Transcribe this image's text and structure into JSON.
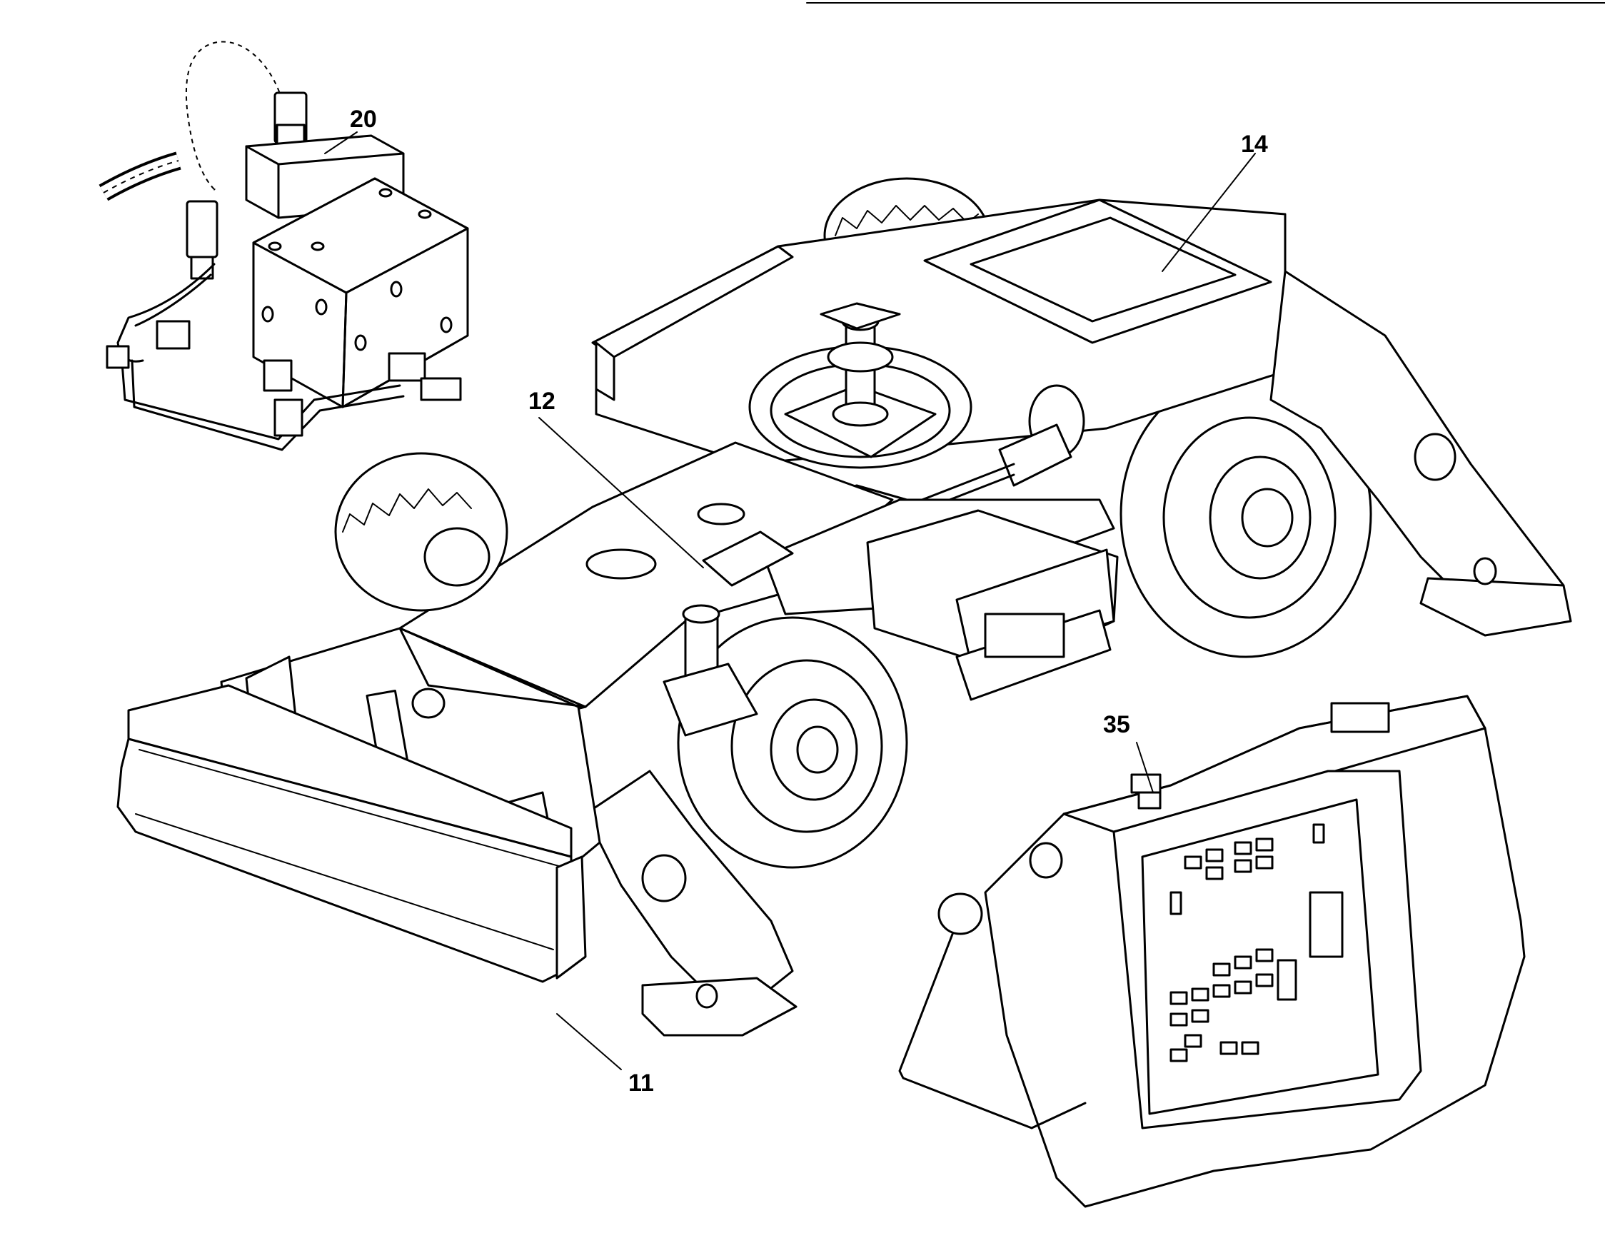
{
  "figure": {
    "callouts": [
      {
        "id": "c20",
        "label": "20"
      },
      {
        "id": "c14",
        "label": "14"
      },
      {
        "id": "c12",
        "label": "12"
      },
      {
        "id": "c35",
        "label": "35"
      },
      {
        "id": "c11",
        "label": "11"
      }
    ],
    "components": [
      {
        "id": "hydraulic-valve-block",
        "icon": "valve-block-icon"
      },
      {
        "id": "vehicle-chassis",
        "icon": "chassis-icon"
      },
      {
        "id": "front-dozer-blade",
        "icon": "dozer-blade-icon"
      },
      {
        "id": "control-panel-housing",
        "icon": "control-panel-icon"
      }
    ]
  }
}
